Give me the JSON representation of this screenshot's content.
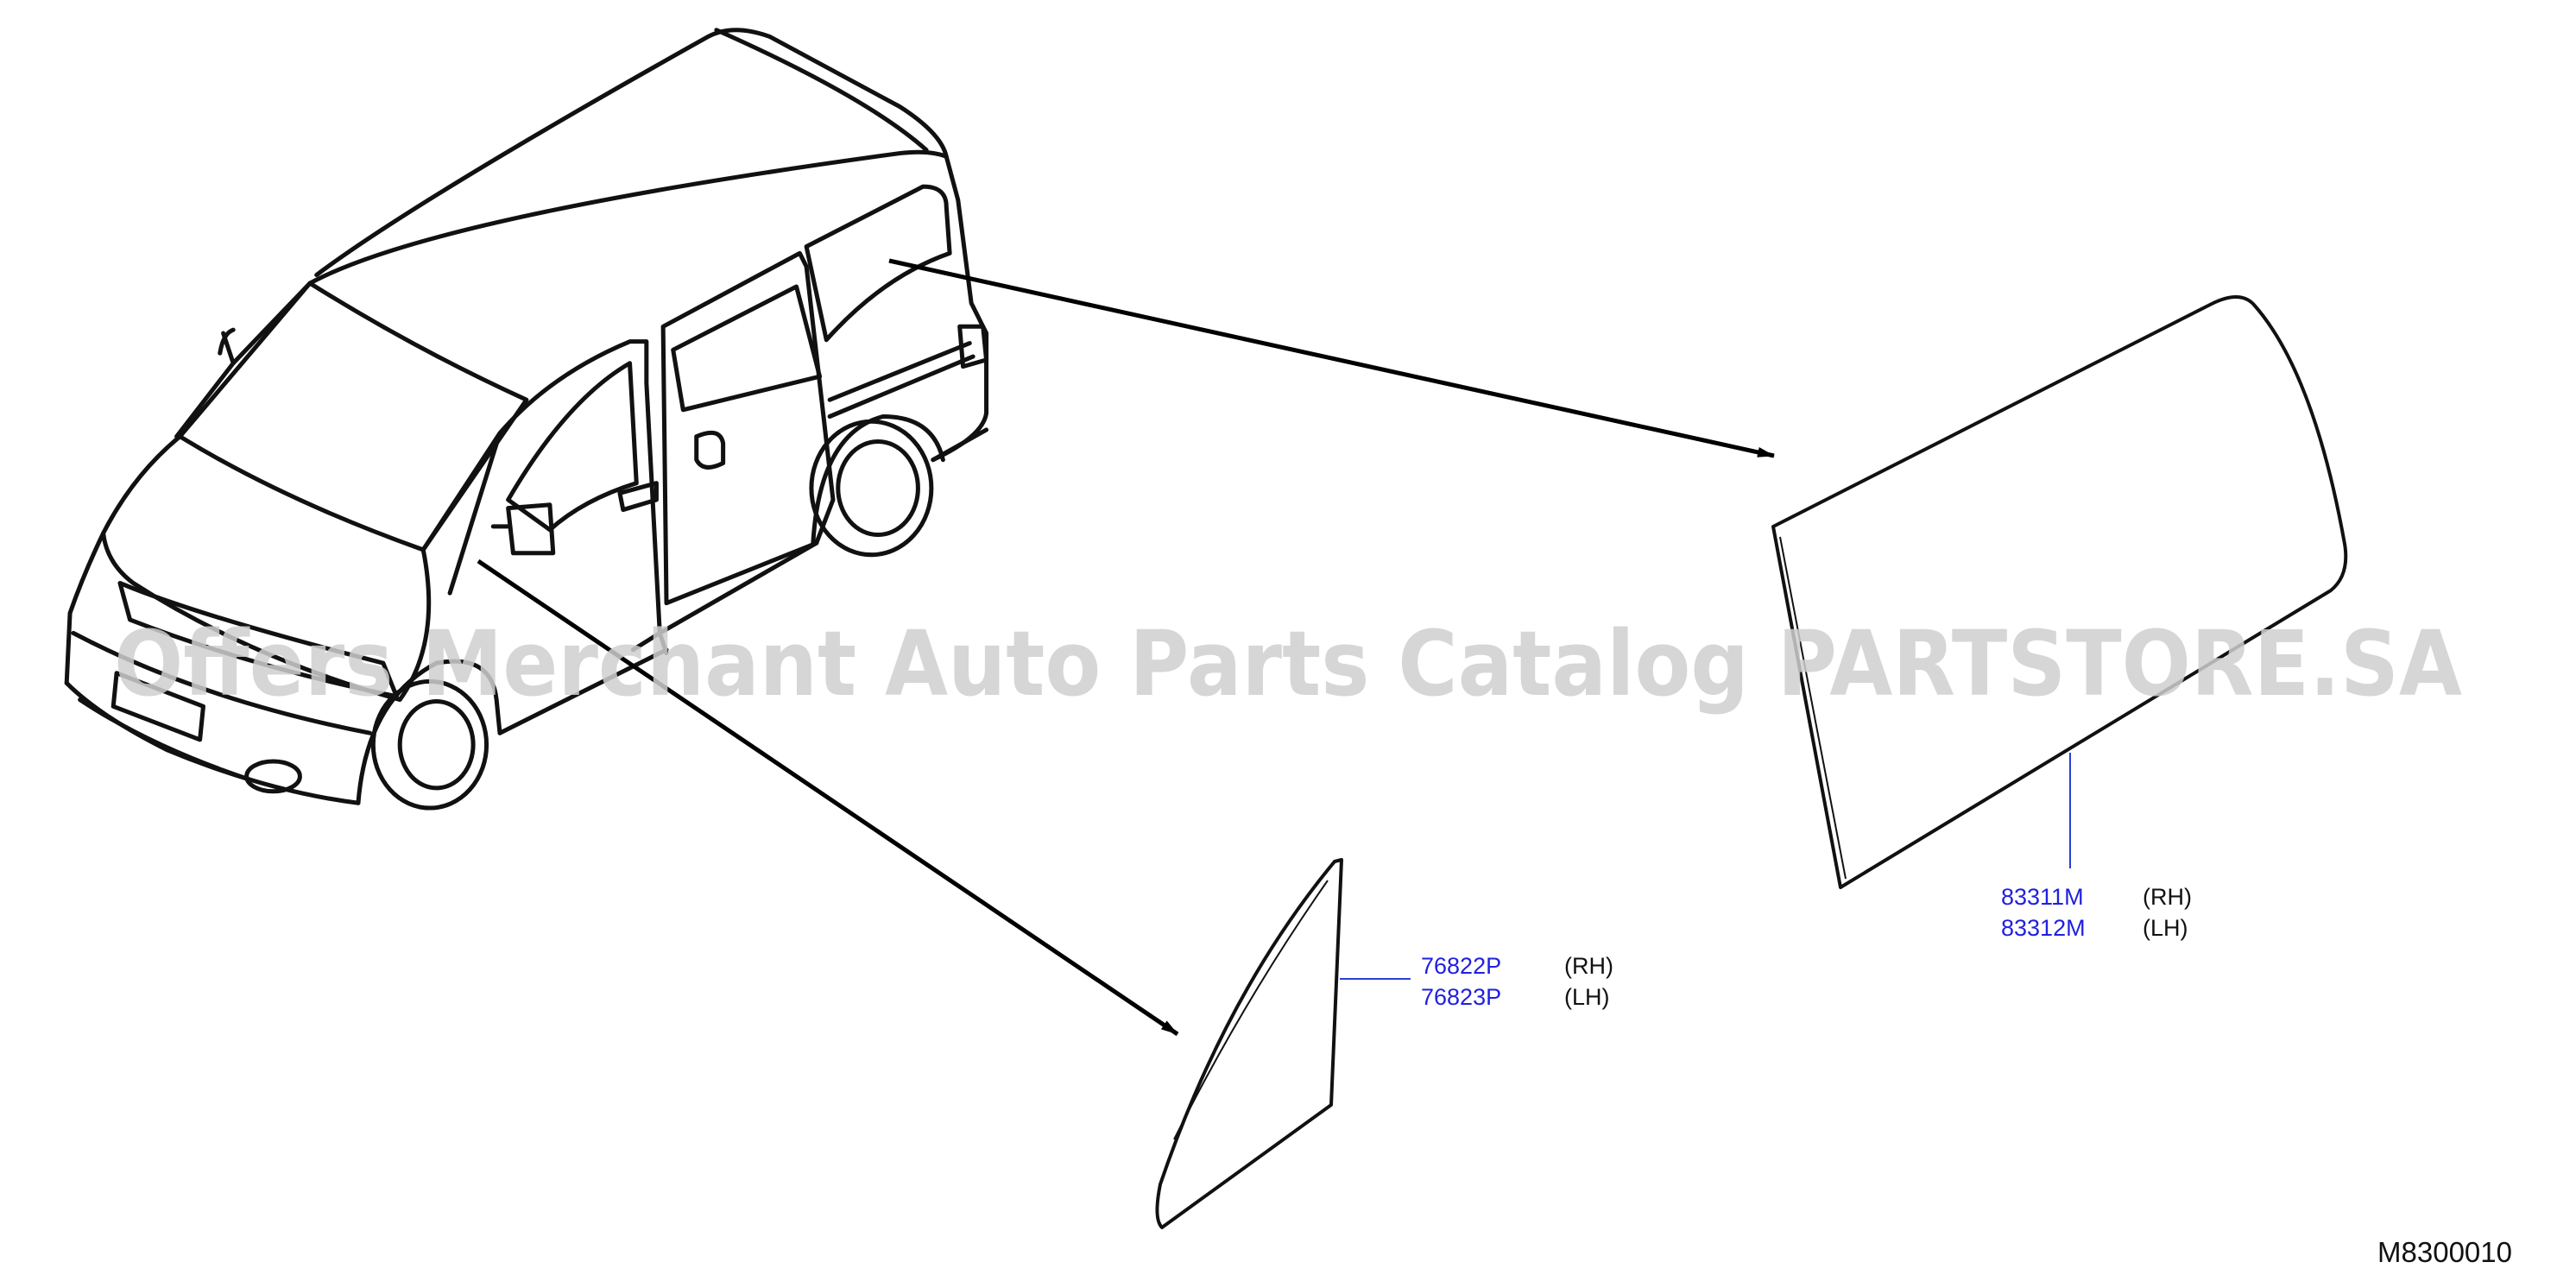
{
  "watermark": "Offers Merchant Auto Parts Catalog PARTSTORE.SA",
  "diagram_code": "M8300010",
  "callouts": [
    {
      "part_number": "83311M",
      "side": "(RH)"
    },
    {
      "part_number": "83312M",
      "side": "(LH)"
    },
    {
      "part_number": "76822P",
      "side": "(RH)"
    },
    {
      "part_number": "76823P",
      "side": "(LH)"
    }
  ],
  "colors": {
    "part_number": "#2020e0",
    "leader": "#2a3fd6",
    "lines": "#111111",
    "watermark": "#cfcfcf"
  }
}
